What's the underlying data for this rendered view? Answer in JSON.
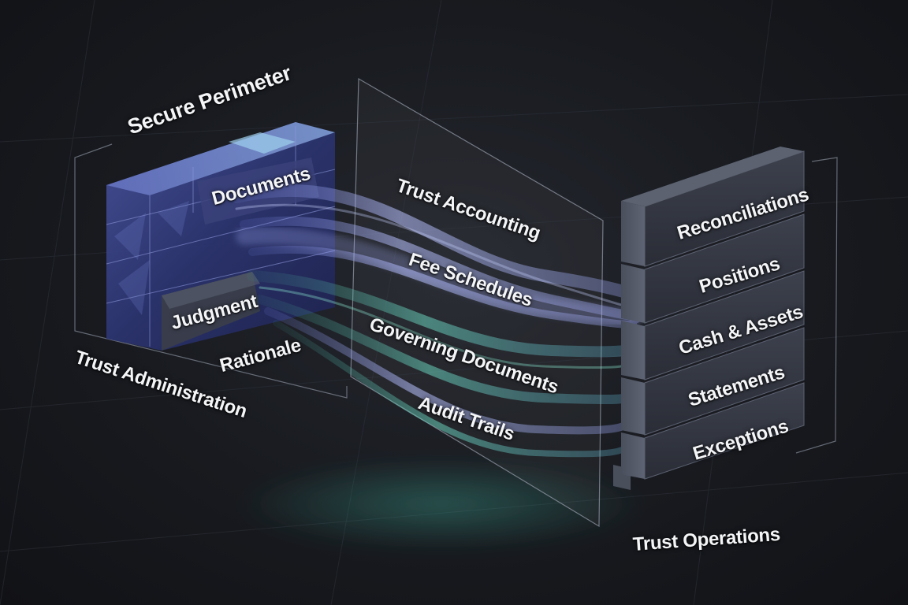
{
  "diagram": {
    "perimeter_title": "Secure Perimeter",
    "left_block": {
      "title": "Trust Administration",
      "documents": "Documents",
      "judgment": "Judgment",
      "rationale": "Rationale"
    },
    "flows": [
      "Trust Accounting",
      "Fee Schedules",
      "Governing Documents",
      "Audit Trails"
    ],
    "right_block": {
      "title": "Trust Operations",
      "layers": [
        "Reconciliations",
        "Positions",
        "Cash & Assets",
        "Statements",
        "Exceptions"
      ]
    },
    "colors": {
      "background": "#16181d",
      "left_cube": "#3a4478",
      "right_stack": "#3b3f4b",
      "flow_blue": "#8f9be0",
      "flow_teal": "#4fc3a8"
    }
  }
}
